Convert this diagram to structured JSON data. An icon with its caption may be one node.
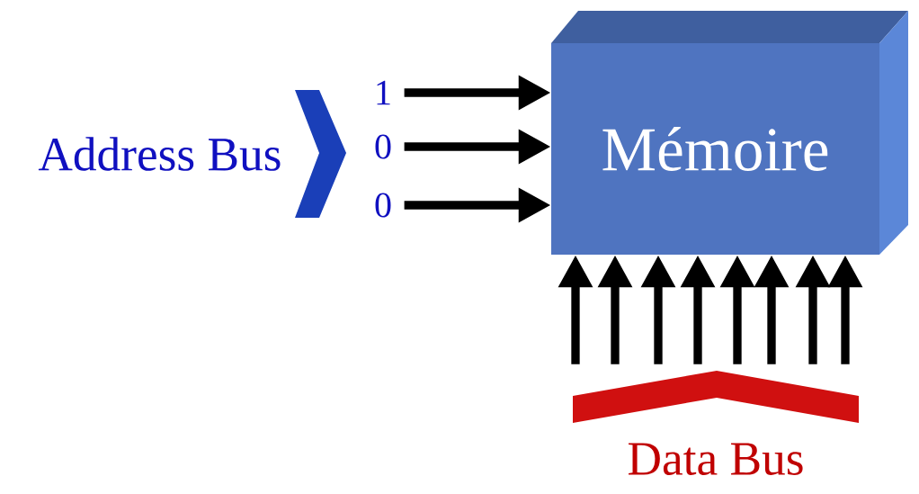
{
  "diagram": {
    "nodes": [
      {
        "text": [
          "Mémoire"
        ]
      },
      {
        "text": [
          "1"
        ]
      },
      {
        "text": [
          "0"
        ]
      },
      {
        "text": [
          "0"
        ]
      },
      {
        "text": [],
        "shape": "chevron",
        "beside": [
          "Address Bus"
        ]
      },
      {
        "text": [],
        "shape": "chevron",
        "beside": [
          "Data Bus"
        ]
      }
    ],
    "edges": [
      {
        "from": 1,
        "to": 0,
        "arrow": "to"
      },
      {
        "from": 2,
        "to": 0,
        "arrow": "to"
      },
      {
        "from": 3,
        "to": 0,
        "arrow": "to"
      },
      {
        "from": 5,
        "to": 0,
        "arrow": "to"
      },
      {
        "from": 5,
        "to": 0,
        "arrow": "to"
      },
      {
        "from": 5,
        "to": 0,
        "arrow": "to"
      },
      {
        "from": 5,
        "to": 0,
        "arrow": "to"
      },
      {
        "from": 5,
        "to": 0,
        "arrow": "to"
      },
      {
        "from": 5,
        "to": 0,
        "arrow": "to"
      },
      {
        "from": 5,
        "to": 0,
        "arrow": "to"
      },
      {
        "from": 5,
        "to": 0,
        "arrow": "to"
      }
    ]
  }
}
